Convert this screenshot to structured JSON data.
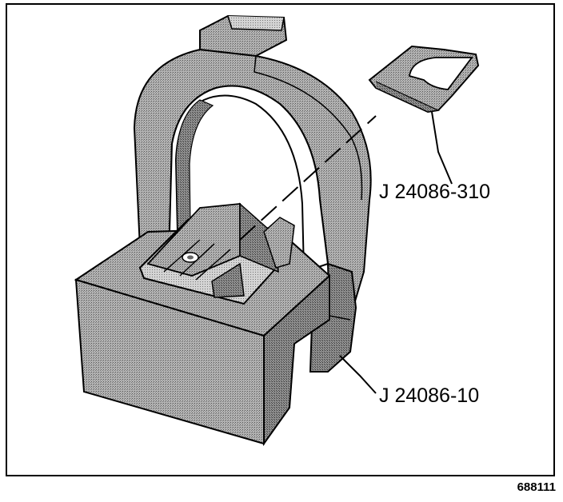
{
  "diagram": {
    "labels": {
      "shim_part": "J 24086-310",
      "fixture_part": "J 24086-10"
    },
    "figure_number": "688111"
  },
  "colors": {
    "outline": "#000000",
    "body_fill": "#a8a8a8",
    "shade_fill": "#8c8c8c",
    "light_fill": "#c6c6c6",
    "background": "#ffffff"
  }
}
